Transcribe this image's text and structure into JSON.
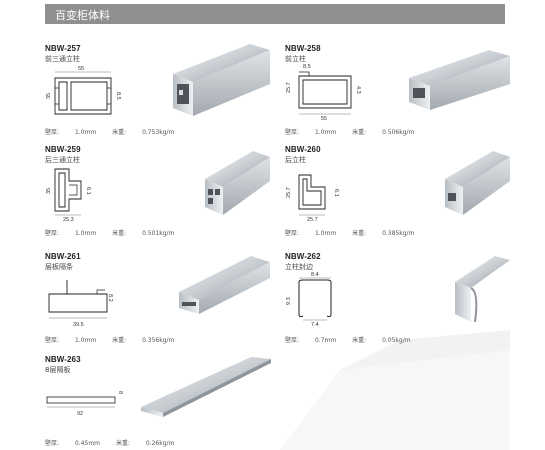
{
  "header": {
    "title": "百变柜体料"
  },
  "colors": {
    "header_bg": "#8f8f8f",
    "metal_light": "#e8ecef",
    "metal_dark": "#9ea4aa"
  },
  "products": [
    {
      "code": "NBW-257",
      "name": "前三通立柱",
      "dims": [
        "55",
        "35",
        "8.5"
      ],
      "wall_label": "壁厚",
      "wall": "1.0mm",
      "weight_label": "米重",
      "weight": "0.753kg/m"
    },
    {
      "code": "NBW-258",
      "name": "前立柱",
      "dims": [
        "8.5",
        "25.7",
        "55",
        "4.3"
      ],
      "wall_label": "壁厚",
      "wall": "1.0mm",
      "weight_label": "米重",
      "weight": "0.506kg/m"
    },
    {
      "code": "NBW-259",
      "name": "后三通立柱",
      "dims": [
        "35",
        "25.3",
        "6.1"
      ],
      "wall_label": "壁厚",
      "wall": "1.0mm",
      "weight_label": "米重",
      "weight": "0.501kg/m"
    },
    {
      "code": "NBW-260",
      "name": "后立柱",
      "dims": [
        "25.7",
        "25.7",
        "6.1"
      ],
      "wall_label": "壁厚",
      "wall": "1.0mm",
      "weight_label": "米重",
      "weight": "0.385kg/m"
    },
    {
      "code": "NBW-261",
      "name": "层板隔条",
      "dims": [
        "39.5",
        "8.2"
      ],
      "wall_label": "壁厚",
      "wall": "1.0mm",
      "weight_label": "米重",
      "weight": "0.356kg/m"
    },
    {
      "code": "NBW-262",
      "name": "立柱封边",
      "dims": [
        "8.4",
        "9.3",
        "7.4"
      ],
      "wall_label": "壁厚",
      "wall": "0.7mm",
      "weight_label": "米重",
      "weight": "0.05kg/m"
    },
    {
      "code": "NBW-263",
      "name": "8层隔板",
      "dims": [
        "92",
        "8"
      ],
      "wall_label": "壁厚",
      "wall": "0.45mm",
      "weight_label": "米重",
      "weight": "0.26kg/m"
    }
  ]
}
